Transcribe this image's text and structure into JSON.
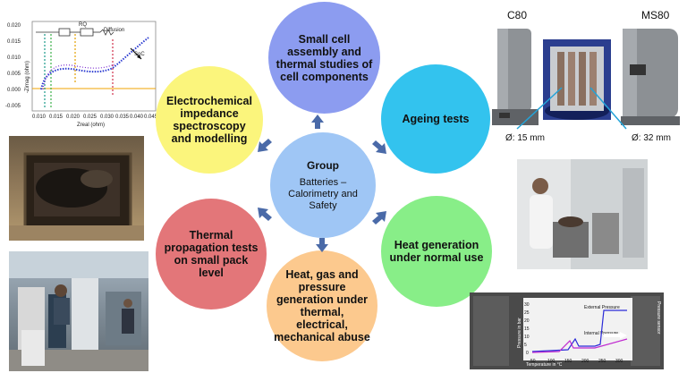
{
  "group": {
    "title": "Group",
    "subtitle": "Batteries – Calorimetry and Safety"
  },
  "topics": {
    "top": "Small cell assembly and thermal studies of cell components",
    "right_top": "Ageing tests",
    "right_bottom": "Heat generation under normal use",
    "bottom": "Heat, gas and pressure generation under thermal, electrical, mechanical abuse",
    "left_bottom": "Thermal propagation tests on small pack level",
    "left_top": "Electrochemical impedance spectroscopy and modelling"
  },
  "colors": {
    "top": "#8c9cf0",
    "right_top": "#33c3ee",
    "right_bottom": "#88ee88",
    "bottom": "#fcc98e",
    "left_bottom": "#e37679",
    "left_top": "#fbf57c",
    "center": "#9fc6f5",
    "arrow": "#4a6aa8"
  },
  "impedance_plot": {
    "ylabel": "-Zimag (ohm)",
    "xlabel": "Zreal (ohm)",
    "circuit_label_rq": "RQ",
    "circuit_label_diffusion": "Diffusion",
    "legend_short": "SoC",
    "y_ticks": [
      "0.020",
      "0.015",
      "0.010",
      "0.005",
      "0.000",
      "-0.005"
    ],
    "x_ticks": [
      "0.010",
      "0.015",
      "0.020",
      "0.025",
      "0.030",
      "0.035",
      "0.040",
      "0.045"
    ]
  },
  "calorimeters": {
    "c80_label": "C80",
    "ms80_label": "MS80",
    "c80_dim": "Ø: 15 mm",
    "ms80_dim": "Ø: 32 mm"
  },
  "pressure_plot": {
    "ylabel": "Pressure in bar",
    "xlabel": "Temperature in °C",
    "external": "External Pressure",
    "internal": "Internal Pressure",
    "side_label": "Pressure sensor",
    "x_ticks": [
      "50",
      "100",
      "150",
      "200",
      "250",
      "300"
    ],
    "y_ticks": [
      "30",
      "25",
      "20",
      "15",
      "10",
      "5",
      "0"
    ]
  }
}
